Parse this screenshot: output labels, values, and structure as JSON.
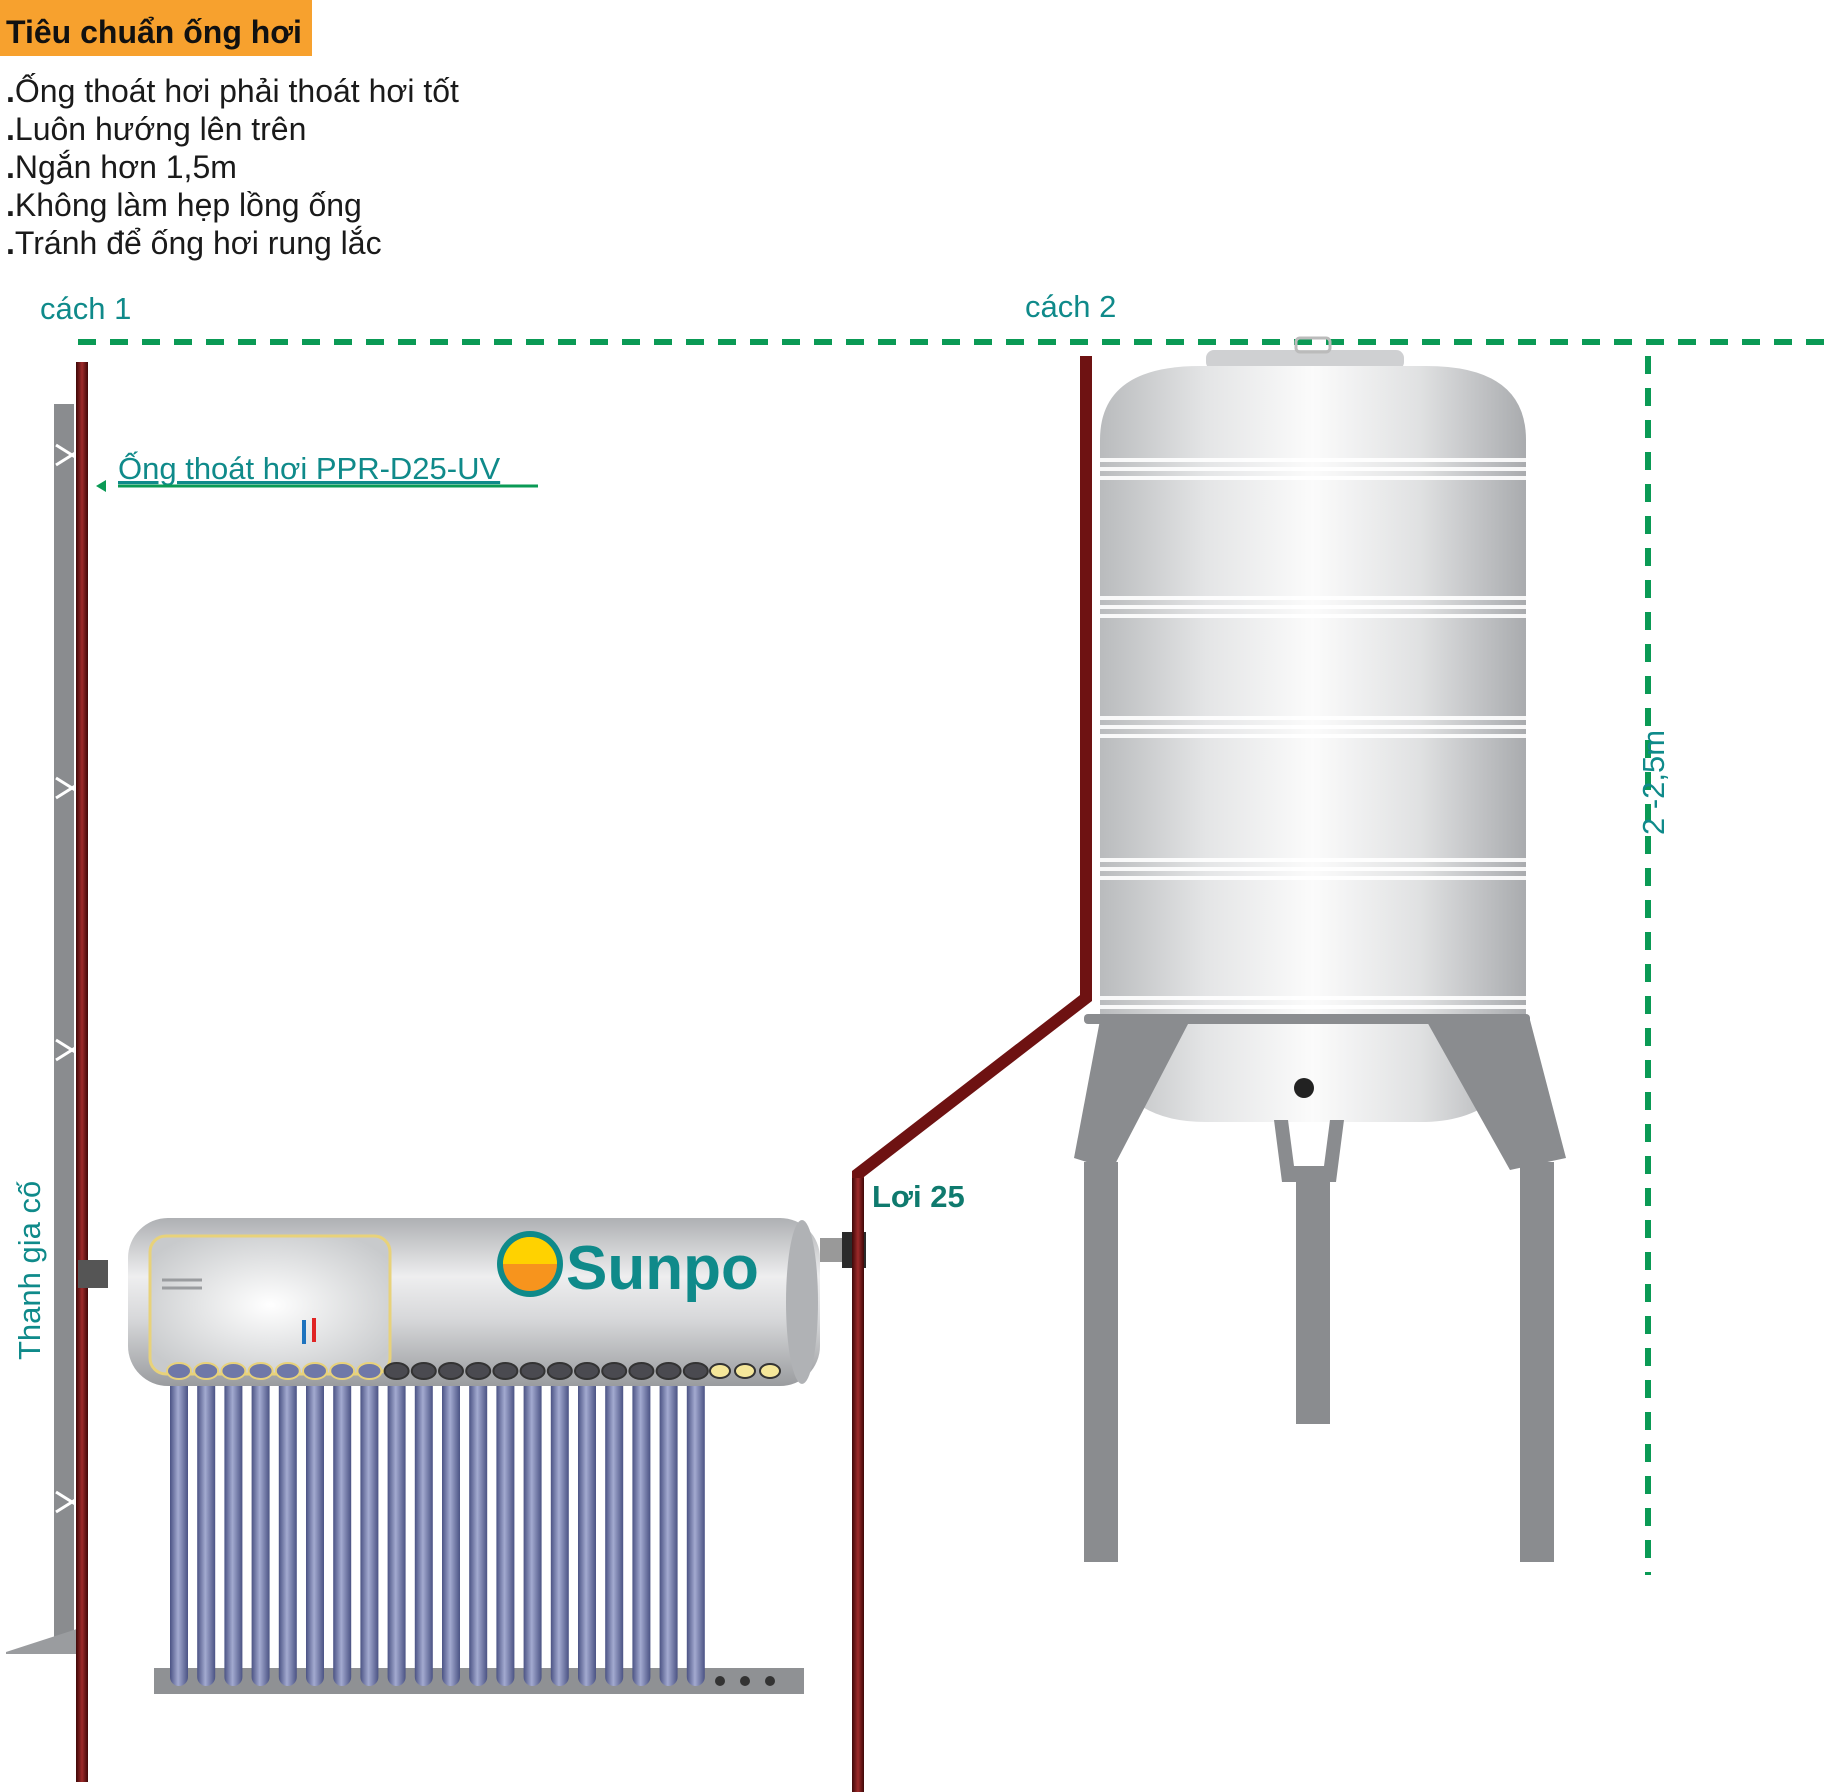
{
  "title": "Tiêu chuẩn ống hơi",
  "rules": [
    "Ống thoát hơi phải thoát hơi tốt",
    "Luôn hướng lên trên",
    "Ngắn hơn 1,5m",
    "Không làm hẹp lồng ống",
    "Tránh để ống hơi rung lắc"
  ],
  "labels": {
    "method1": "cách 1",
    "method2": "cách 2",
    "pipe_spec": "Ống thoát hơi PPR-D25-UV",
    "bracket": "Thanh gia cố",
    "elbow": "Lơi 25",
    "height": "2 -2,5m",
    "brand": "Sunpo"
  },
  "colors": {
    "title_bg": "#f7a12e",
    "guide_green": "#0a9a55",
    "teal_text": "#0f8a8a",
    "pipe_red": "#7a1414",
    "steel": "#8a8c8f",
    "tube_blue": "#6f78a8",
    "sun_orange": "#f7941d",
    "sun_yellow": "#ffd200"
  },
  "icons": [
    "arrow-left-icon",
    "sun-logo-icon",
    "hot-cold-icon"
  ]
}
